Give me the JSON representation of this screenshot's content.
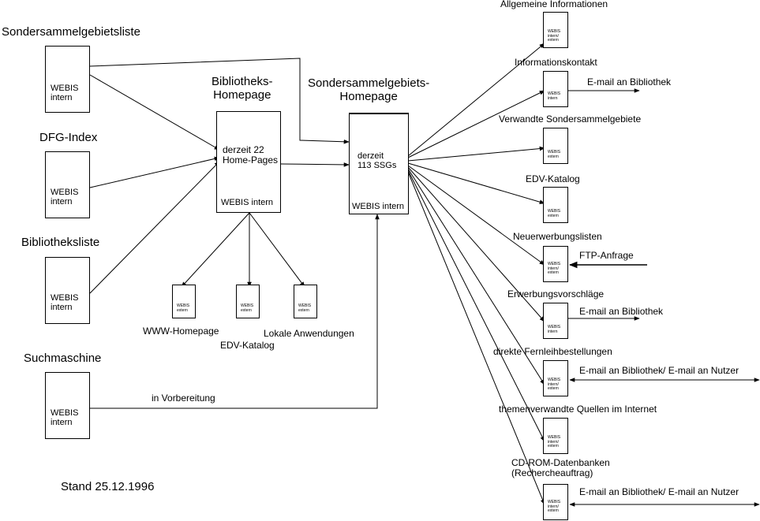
{
  "sources": {
    "sondersammelgebietsliste": {
      "title": "Sondersammelgebietsliste",
      "box": "WEBIS\nintern"
    },
    "dfg_index": {
      "title": "DFG-Index",
      "box": "WEBIS\nintern"
    },
    "bibliotheksliste": {
      "title": "Bibliotheksliste",
      "box": "WEBIS\nintern"
    },
    "suchmaschine": {
      "title": "Suchmaschine",
      "box": "WEBIS\nintern"
    }
  },
  "bibliotheks_homepage": {
    "title": "Bibliotheks-\nHomepage",
    "count": "derzeit 22\nHome-Pages",
    "footer": "WEBIS intern"
  },
  "ssg_homepage": {
    "title": "Sondersammelgebiets-\nHomepage",
    "count": "derzeit\n113 SSGs",
    "footer": "WEBIS intern"
  },
  "bib_children": [
    {
      "label": "WWW-Homepage",
      "box": "WEBIS\nextern"
    },
    {
      "label": "EDV-Katalog",
      "box": "WEBIS\nextern"
    },
    {
      "label": "Lokale Anwendungen",
      "box": "WEBIS\nextern"
    }
  ],
  "vorbereitung_label": "in Vorbereitung",
  "ssg_children": [
    {
      "label": "Allgemeine Informationen",
      "box": "WEBIS\nintern/\nextern",
      "note": ""
    },
    {
      "label": "Informationskontakt",
      "box": "WEBIS\nintern",
      "note": "E-mail an Bibliothek"
    },
    {
      "label": "Verwandte Sondersammelgebiete",
      "box": "WEBIS\nextern",
      "note": ""
    },
    {
      "label": "EDV-Katalog",
      "box": "WEBIS\nextern",
      "note": ""
    },
    {
      "label": "Neuerwerbungslisten",
      "box": "WEBIS\nintern/\nextern",
      "note": "FTP-Anfrage"
    },
    {
      "label": "Erwerbungsvorschläge",
      "box": "WEBIS\nintern",
      "note": "E-mail an Bibliothek"
    },
    {
      "label": "direkte Fernleihbestellungen",
      "box": "WEBIS\nintern/\nextern",
      "note": "E-mail an Bibliothek/ E-mail an Nutzer"
    },
    {
      "label": "themenverwandte Quellen im Internet",
      "box": "WEBIS\nintern/\nextern",
      "note": ""
    },
    {
      "label": "CD-ROM-Datenbanken\n(Rechercheauftrag)",
      "box": "WEBIS\nintern/\nextern",
      "note": "E-mail an Bibliothek/ E-mail an Nutzer"
    }
  ],
  "stand": "Stand 25.12.1996"
}
